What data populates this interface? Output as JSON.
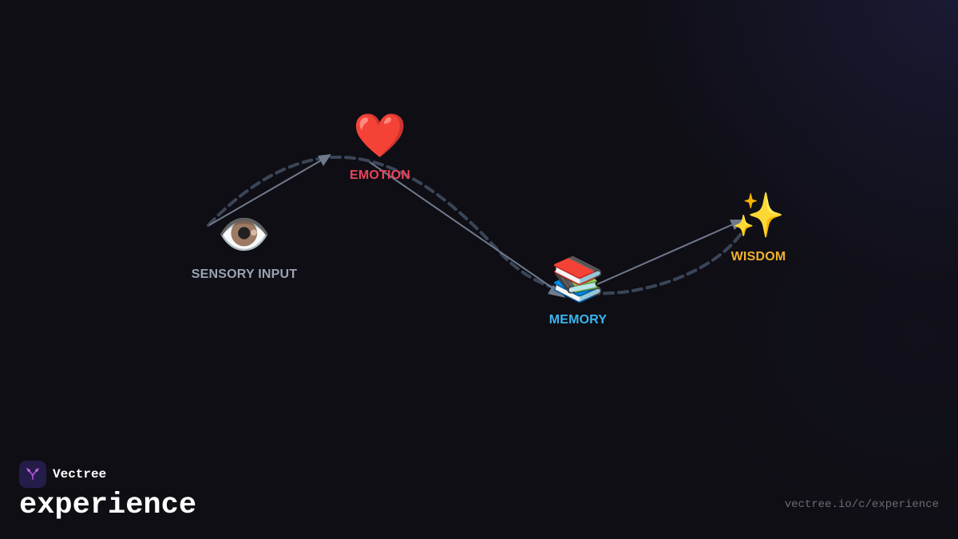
{
  "brand": {
    "name": "Vectree",
    "logo_icon": "vectree-tree-icon",
    "logo_color": "#a64bd8"
  },
  "page": {
    "title": "experience",
    "url": "vectree.io/c/experience"
  },
  "diagram": {
    "nodes": [
      {
        "id": "sensory-input",
        "icon": "eye-icon",
        "emoji": "👁️",
        "label": "SENSORY INPUT",
        "color": "#9aa3b2"
      },
      {
        "id": "emotion",
        "icon": "heart-icon",
        "emoji": "❤️",
        "label": "EMOTION",
        "color": "#e8435a"
      },
      {
        "id": "memory",
        "icon": "books-icon",
        "emoji": "📚",
        "label": "MEMORY",
        "color": "#38b6f0"
      },
      {
        "id": "wisdom",
        "icon": "sparkles-icon",
        "emoji": "✨",
        "label": "WISDOM",
        "color": "#f0b22a"
      }
    ],
    "edges": [
      {
        "from": "sensory-input",
        "to": "emotion"
      },
      {
        "from": "emotion",
        "to": "memory"
      },
      {
        "from": "memory",
        "to": "wisdom"
      }
    ],
    "flow_path_style": "dashed",
    "arrow_color": "#6f7a8d",
    "dashed_color": "#3a4558"
  }
}
